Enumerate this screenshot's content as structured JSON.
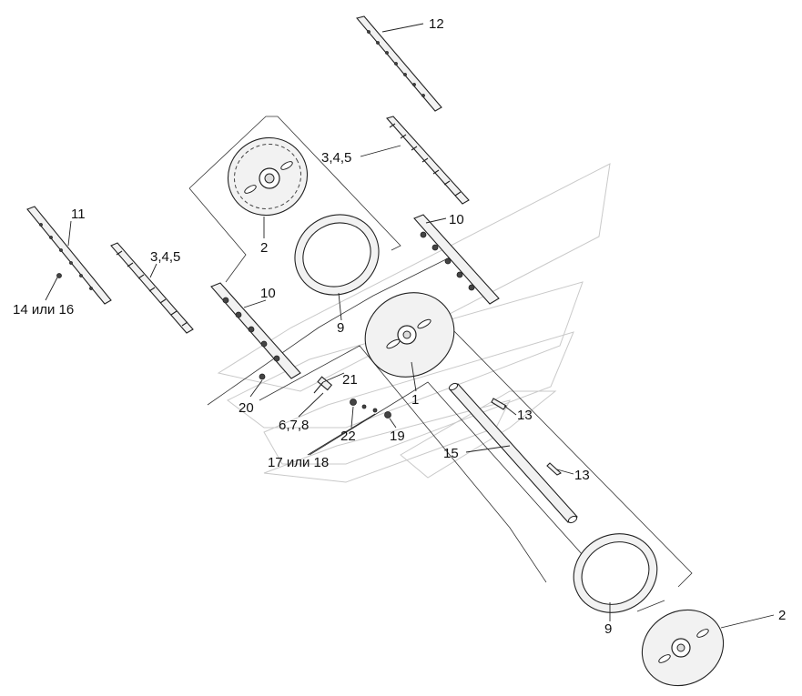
{
  "callouts": {
    "c12": "12",
    "c345_top": "3,4,5",
    "c11": "11",
    "c345_left": "3,4,5",
    "c14_16": "14 или 16",
    "c2_top": "2",
    "c10_right": "10",
    "c10_left": "10",
    "c9_top": "9",
    "c1": "1",
    "c21": "21",
    "c20": "20",
    "c678": "6,7,8",
    "c22": "22",
    "c19": "19",
    "c17_18": "17 или 18",
    "c13_a": "13",
    "c15": "15",
    "c13_b": "13",
    "c9_bottom": "9",
    "c2_bottom": "2"
  }
}
